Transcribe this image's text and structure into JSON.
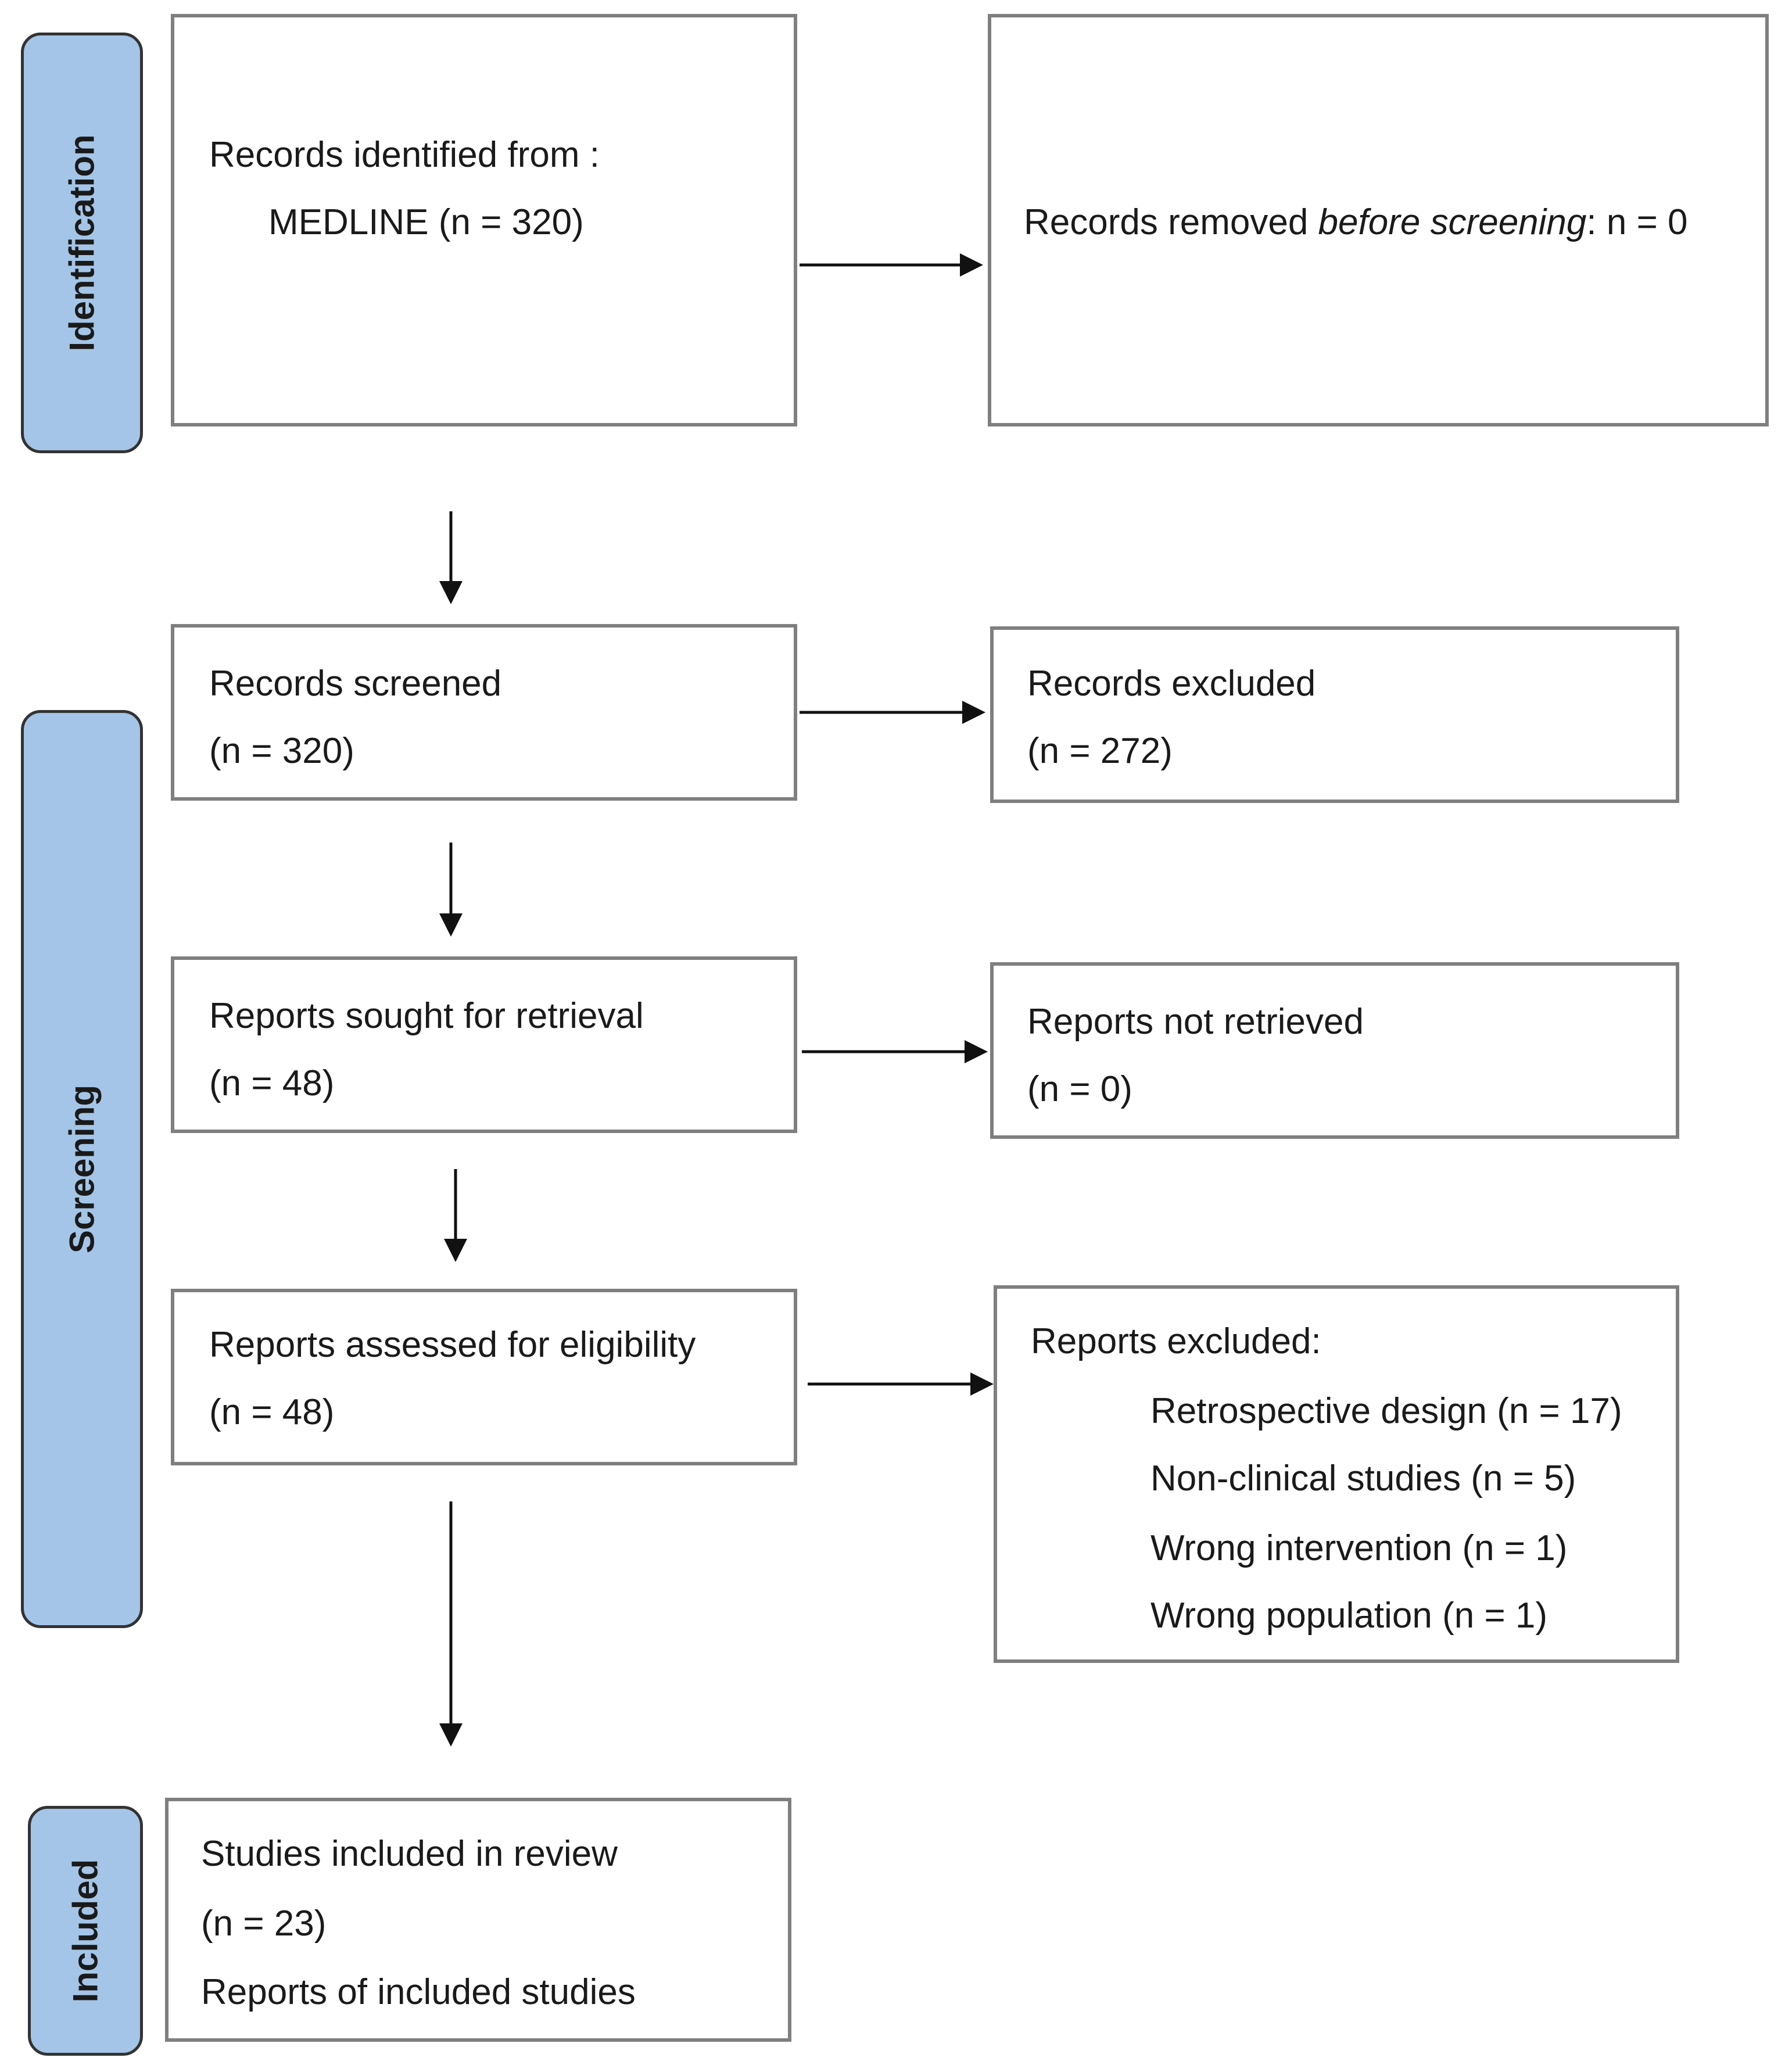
{
  "phases": {
    "identification": "Identification",
    "screening": "Screening",
    "included": "Included"
  },
  "identified": {
    "label": "Records identified from :",
    "source": "MEDLINE (n = 320)"
  },
  "removed": {
    "prefix": "Records removed ",
    "emphasis": "before screening",
    "suffix": ": n = 0"
  },
  "screened": {
    "label": "Records screened",
    "count": "(n = 320)"
  },
  "excluded": {
    "label": "Records excluded",
    "count": "(n = 272)"
  },
  "sought": {
    "label": "Reports sought for retrieval",
    "count": "(n = 48)"
  },
  "not_retrieved": {
    "label": "Reports not retrieved",
    "count": "(n = 0)"
  },
  "assessed": {
    "label": "Reports assessed for eligibility",
    "count": "(n = 48)"
  },
  "reports_excluded": {
    "label": "Reports excluded:",
    "reasons": [
      "Retrospective design (n = 17)",
      "Non-clinical studies (n = 5)",
      "Wrong intervention (n = 1)",
      "Wrong population (n = 1)"
    ]
  },
  "included": {
    "label": "Studies included in review",
    "count": "(n = 23)",
    "reports": "Reports of included studies"
  }
}
